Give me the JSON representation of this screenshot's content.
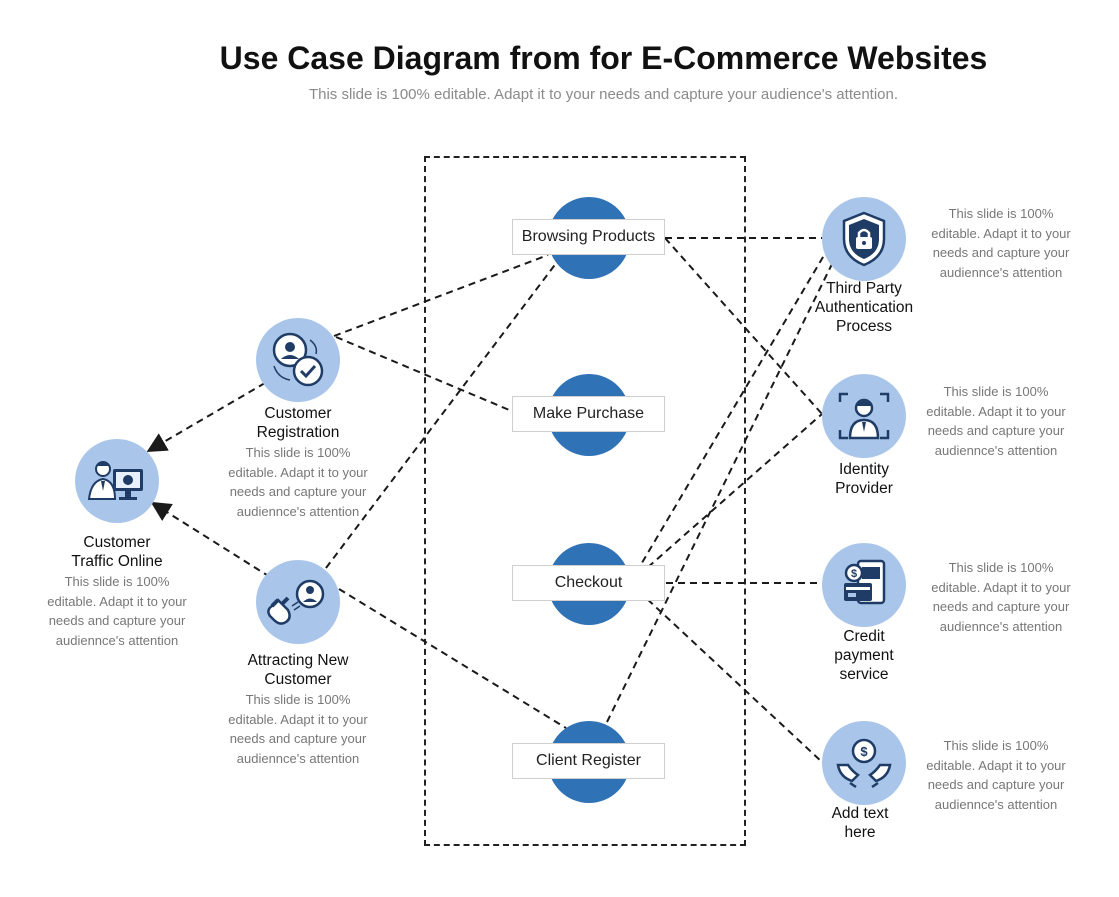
{
  "header": {
    "title": "Use Case Diagram from for E-Commerce Websites",
    "subtitle": "This slide is 100% editable. Adapt it to your needs and capture your audience's attention."
  },
  "use_cases": [
    {
      "id": "browsing",
      "label": "Browsing Products"
    },
    {
      "id": "purchase",
      "label": "Make Purchase"
    },
    {
      "id": "checkout",
      "label": "Checkout"
    },
    {
      "id": "register",
      "label": "Client Register"
    }
  ],
  "actors": {
    "traffic": {
      "name_line1": "Customer",
      "name_line2": "Traffic Online",
      "icon": "businessman-computer-icon",
      "desc_lines": [
        "This slide is 100%",
        "editable. Adapt it to your",
        "needs and capture your",
        "audiennce's attention"
      ]
    },
    "registration": {
      "name_line1": "Customer",
      "name_line2": "Registration",
      "icon": "user-check-icon",
      "desc_lines": [
        "This slide is 100%",
        "editable. Adapt it to your",
        "needs and capture your",
        "audiennce's attention"
      ]
    },
    "attracting": {
      "name_line1": "Attracting New",
      "name_line2": "Customer",
      "icon": "magnet-user-icon",
      "desc_lines": [
        "This slide is 100%",
        "editable. Adapt it to your",
        "needs and capture your",
        "audiennce's attention"
      ]
    },
    "third_party": {
      "name_line1": "Third Party",
      "name_line2": "Authentication",
      "name_line3": "Process",
      "icon": "shield-lock-icon",
      "desc_lines": [
        "This slide is 100%",
        "editable. Adapt it to your",
        "needs and capture your",
        "audiennce's attention"
      ]
    },
    "identity": {
      "name_line1": "Identity",
      "name_line2": "Provider",
      "icon": "face-scan-icon",
      "desc_lines": [
        "This slide is 100%",
        "editable. Adapt it to your",
        "needs and capture your",
        "audiennce's attention"
      ]
    },
    "credit": {
      "name_line1": "Credit",
      "name_line2": "payment",
      "name_line3": "service",
      "icon": "card-payment-icon",
      "desc_lines": [
        "This slide is 100%",
        "editable. Adapt it to your",
        "needs and capture your",
        "audiennce's attention"
      ]
    },
    "addtext": {
      "name_line1": "Add text",
      "name_line2": "here",
      "icon": "hands-coin-icon",
      "desc_lines": [
        "This slide is 100%",
        "editable. Adapt it to your",
        "needs and capture your",
        "audiennce's attention"
      ]
    }
  },
  "colors": {
    "actor_fill": "#a9c6ea",
    "usecase_fill": "#2f72b6",
    "line": "#1a1a1a",
    "icon_dark": "#1f3c66"
  }
}
